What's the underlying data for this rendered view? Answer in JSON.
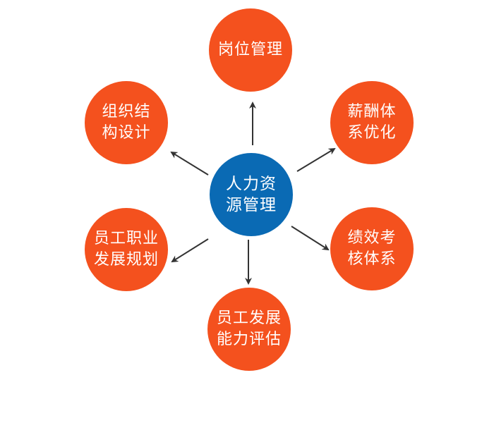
{
  "center": {
    "line1": "人力资",
    "line2": "源管理"
  },
  "nodes": {
    "top": {
      "line1": "岗位管理",
      "line2": ""
    },
    "top_right": {
      "line1": "薪酬体",
      "line2": "系优化"
    },
    "bottom_right": {
      "line1": "绩效考",
      "line2": "核体系"
    },
    "bottom": {
      "line1": "员工发展",
      "line2": "能力评估"
    },
    "bottom_left": {
      "line1": "员工职业",
      "line2": "发展规划"
    },
    "top_left": {
      "line1": "组织结",
      "line2": "构设计"
    }
  },
  "colors": {
    "center": "#0a6ab4",
    "outer": "#f4511e",
    "arrow": "#333333",
    "text": "#ffffff"
  }
}
